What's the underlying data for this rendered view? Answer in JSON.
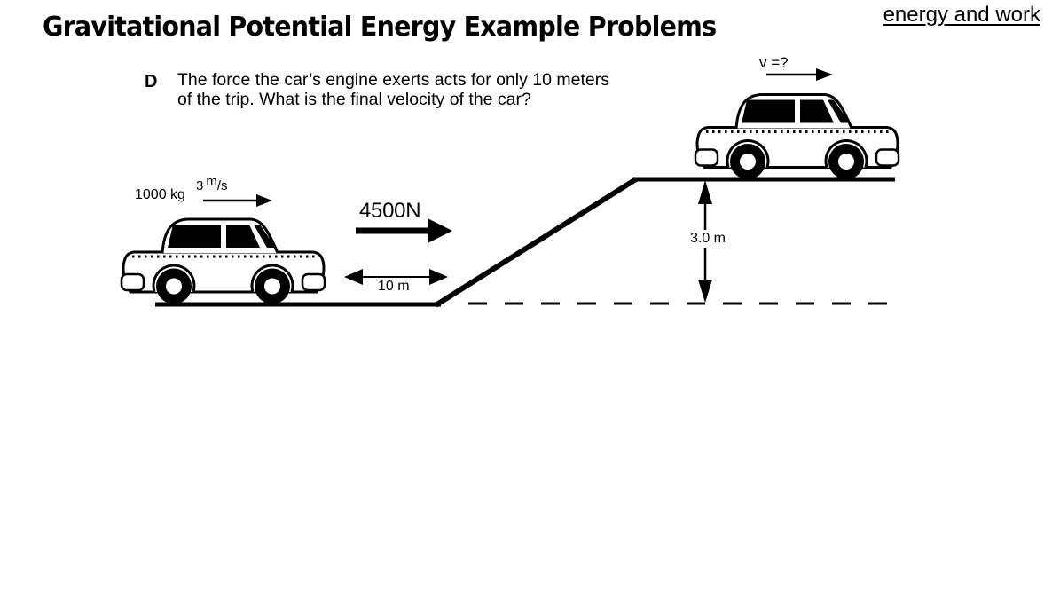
{
  "page": {
    "background": "#ffffff",
    "ink": "#000000"
  },
  "header": {
    "title": "Gravitational Potential Energy Example Problems",
    "corner_label": "energy and work"
  },
  "problem": {
    "letter": "D",
    "line1": "The force the car’s engine exerts acts for only 10 meters",
    "line2": "of the trip. What is the final velocity of the car?"
  },
  "diagram": {
    "mass_label": "1000 kg",
    "initial_speed": {
      "value": "3",
      "unit_numerator": "m",
      "unit_denominator": "/s"
    },
    "force_label": "4500N",
    "distance_label": "10 m",
    "height_label": "3.0 m",
    "final_velocity_label": "v =?"
  }
}
